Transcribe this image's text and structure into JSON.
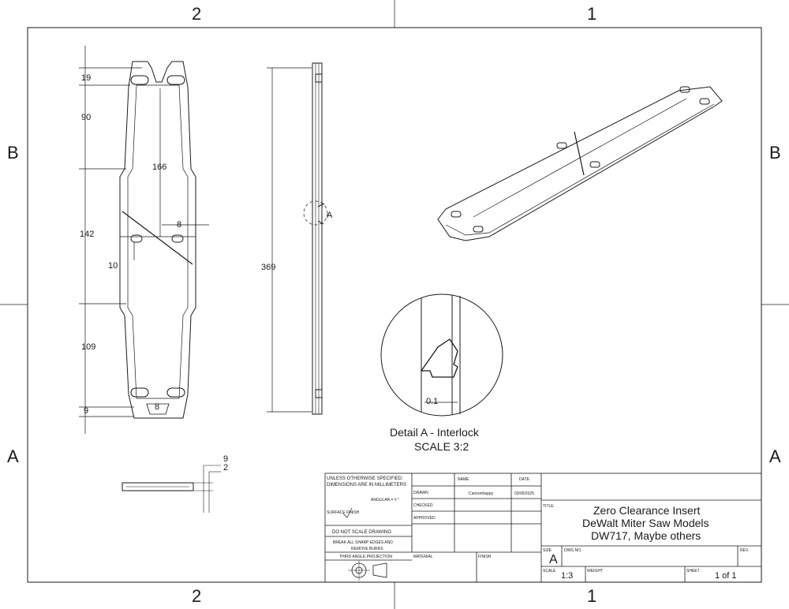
{
  "zones": {
    "top_left": "2",
    "top_right": "1",
    "bottom_left": "2",
    "bottom_right": "1",
    "left_top": "B",
    "left_bottom": "A",
    "right_top": "B",
    "right_bottom": "A"
  },
  "dims": {
    "d19": "19",
    "d90": "90",
    "d166": "166",
    "d142": "142",
    "d8a": "8",
    "d10": "10",
    "d109": "109",
    "d9a": "9",
    "d8b": "8",
    "d369": "369",
    "d9b": "9",
    "d2": "2",
    "d01": "0.1",
    "detail_marker": "A"
  },
  "detail": {
    "title": "Detail A - Interlock",
    "scale": "SCALE 3:2"
  },
  "title_block": {
    "unless": "UNLESS OTHERWISE SPECIFIED:",
    "dims_mm": "DIMENSIONS ARE IN MILLIMETERS",
    "angular": "ANGULAR = ± °",
    "surface": "SURFACE FINISH",
    "do_not_scale": "DO NOT SCALE DRAWING",
    "break1": "BREAK ALL SHARP EDGES AND",
    "break2": "REMOVE BURRS",
    "third_angle": "THIRD ANGLE PROJECTION",
    "name_hdr": "NAME",
    "date_hdr": "DATE",
    "drawn": "DRAWN",
    "drawn_name": "Cannonhappy",
    "drawn_date": "03/05/2025",
    "checked": "CHECKED",
    "approved": "APPROVED",
    "material": "MATERIAL",
    "finish": "FINISH",
    "title_lbl": "TITLE",
    "title1": "Zero Clearance Insert",
    "title2": "DeWalt Miter Saw Models",
    "title3": "DW717, Maybe others",
    "size_lbl": "SIZE",
    "size_val": "A",
    "dwg_lbl": "DWG NO.",
    "rev_lbl": "REV.",
    "scale_lbl": "SCALE",
    "scale_val": "1:3",
    "weight_lbl": "WEIGHT",
    "sheet_lbl": "SHEET",
    "sheet_val": "1 of 1"
  }
}
